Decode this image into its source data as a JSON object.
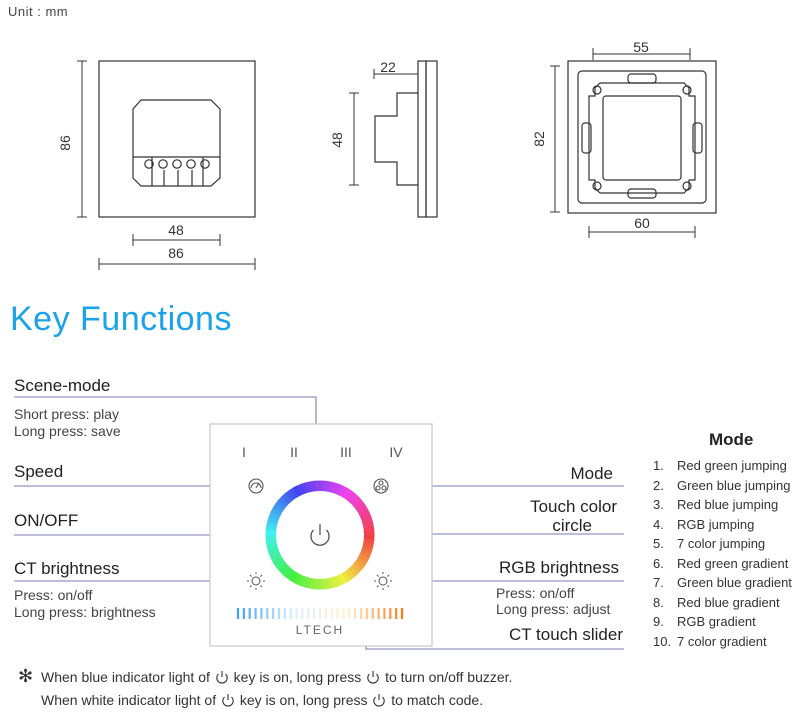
{
  "unit_label": "Unit : mm",
  "dimensions": {
    "front": {
      "height": "86",
      "inner_width": "48",
      "width": "86"
    },
    "side": {
      "depth": "22",
      "height": "48"
    },
    "back": {
      "top_width": "55",
      "height": "82",
      "bottom_width": "60"
    }
  },
  "section_title": "Key Functions",
  "panel": {
    "scene_keys": [
      "I",
      "II",
      "III",
      "IV"
    ],
    "brand": "LTECH"
  },
  "labels": {
    "scene_mode": {
      "title": "Scene-mode",
      "lines": [
        "Short press: play",
        "Long press: save"
      ]
    },
    "speed": {
      "title": "Speed"
    },
    "on_off": {
      "title": "ON/OFF"
    },
    "ct_brightness": {
      "title": "CT brightness",
      "lines": [
        "Press: on/off",
        "Long press: brightness"
      ]
    },
    "mode": {
      "title": "Mode"
    },
    "touch_color_circle": {
      "title_line1": "Touch color",
      "title_line2": "circle"
    },
    "rgb_brightness": {
      "title": "RGB brightness",
      "lines": [
        "Press: on/off",
        "Long press: adjust"
      ]
    },
    "ct_touch_slider": {
      "title": "CT touch slider"
    }
  },
  "mode_list": {
    "title": "Mode",
    "items": [
      {
        "num": "1.",
        "text": "Red green jumping"
      },
      {
        "num": "2.",
        "text": "Green blue jumping"
      },
      {
        "num": "3.",
        "text": "Red blue jumping"
      },
      {
        "num": "4.",
        "text": "RGB jumping"
      },
      {
        "num": "5.",
        "text": "7 color jumping"
      },
      {
        "num": "6.",
        "text": "Red green gradient"
      },
      {
        "num": "7.",
        "text": "Green blue gradient"
      },
      {
        "num": "8.",
        "text": "Red blue gradient"
      },
      {
        "num": "9.",
        "text": "RGB gradient"
      },
      {
        "num": "10.",
        "text": "7 color gradient"
      }
    ]
  },
  "notes": {
    "symbol": "✻",
    "line1_a": "When blue indicator light of",
    "line1_b": "key is on, long press",
    "line1_c": "to turn on/off buzzer.",
    "line2_a": "When white indicator light of",
    "line2_b": "key is on, long press",
    "line2_c": "to match code."
  },
  "colors": {
    "title": "#1aa3e8",
    "leader": "#7c78b8",
    "drawing": "#333333"
  }
}
